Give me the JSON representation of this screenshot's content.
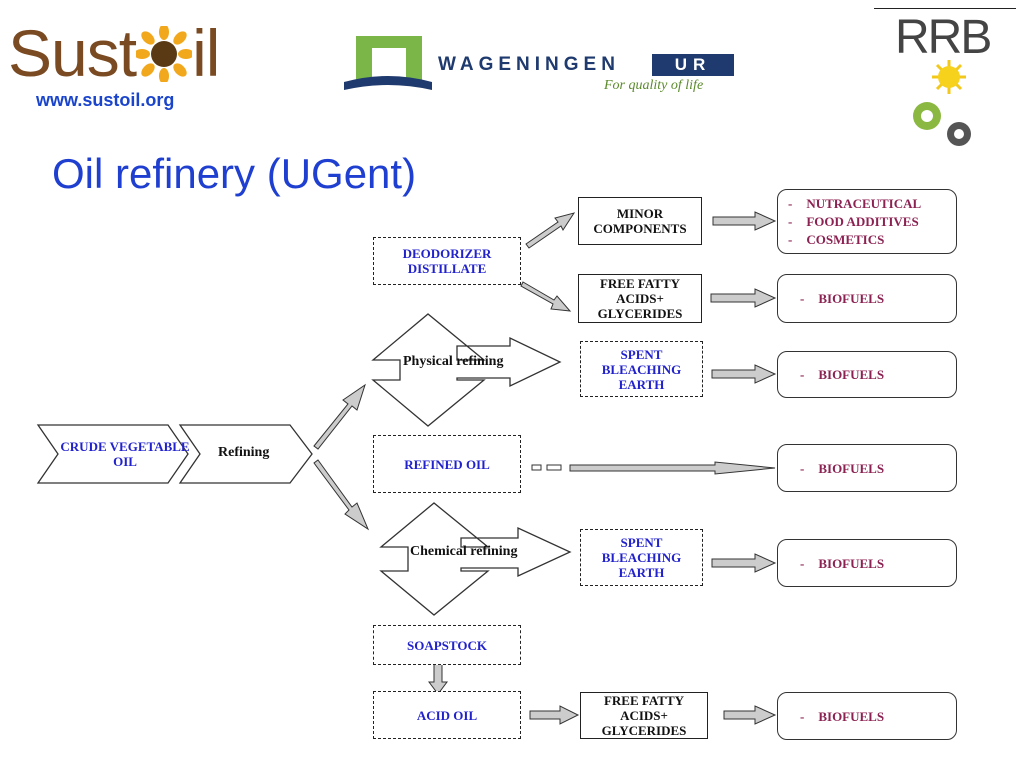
{
  "header": {
    "sustoil_left": "Sust",
    "sustoil_right": "il",
    "sustoil_url": "www.sustoil.org",
    "wageningen_text": "WAGENINGEN",
    "wageningen_ur": "UR",
    "wageningen_tagline": "For quality of life",
    "rrb_text": "RRB"
  },
  "title": "Oil refinery (UGent)",
  "diagram": {
    "crude": "CRUDE VEGETABLE OIL",
    "refining": "Refining",
    "physical_refining": "Physical refining",
    "chemical_refining": "Chemical refining",
    "deodorizer_distillate": "DEODORIZER DISTILLATE",
    "minor_components": "MINOR COMPONENTS",
    "ffa_glycerides_1": "FREE FATTY ACIDS+ GLYCERIDES",
    "spent_bleaching_earth_1": "SPENT BLEACHING EARTH",
    "refined_oil": "REFINED OIL",
    "spent_bleaching_earth_2": "SPENT BLEACHING EARTH",
    "soapstock": "SOAPSTOCK",
    "acid_oil": "ACID OIL",
    "ffa_glycerides_2": "FREE FATTY ACIDS+ GLYCERIDES",
    "dash": "-",
    "uses_1": [
      "NUTRACEUTICAL",
      "FOOD ADDITIVES",
      "COSMETICS"
    ],
    "biofuels": "BIOFUELS"
  },
  "colors": {
    "title": "#1f3fd0",
    "dashed_box_text": "#2222cc",
    "output_text": "#8b2252",
    "sustoil_brown": "#7a4a22",
    "wageningen_blue": "#1f3a6e",
    "wageningen_green": "#7ab648"
  }
}
